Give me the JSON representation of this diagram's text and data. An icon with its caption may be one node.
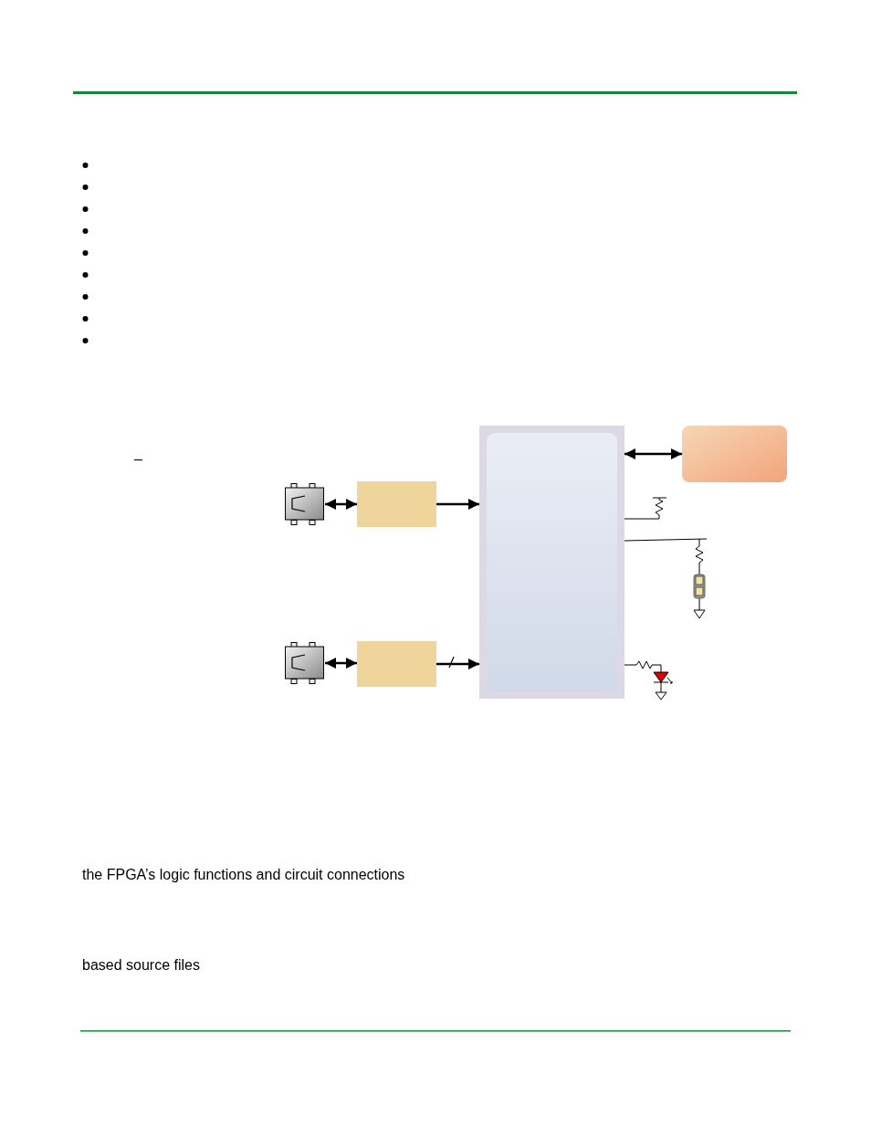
{
  "diagram": {
    "nodes": [
      {
        "text": [],
        "shape": "connector"
      },
      {
        "text": [],
        "shape": "box"
      },
      {
        "text": [],
        "shape": "connector"
      },
      {
        "text": [],
        "shape": "box"
      },
      {
        "text": [],
        "shape": "box"
      },
      {
        "text": [],
        "shape": "box"
      }
    ],
    "edges": [
      {
        "from": 0,
        "to": 1,
        "arrow": "both"
      },
      {
        "from": 1,
        "to": 4,
        "arrow": "to"
      },
      {
        "from": 2,
        "to": 3,
        "arrow": "both"
      },
      {
        "from": 3,
        "to": 4,
        "arrow": "to"
      },
      {
        "from": 4,
        "to": 5,
        "arrow": "both"
      }
    ],
    "labels": [
      "–",
      "the FPGA’s logic functions and circuit connections",
      "based source files"
    ]
  }
}
